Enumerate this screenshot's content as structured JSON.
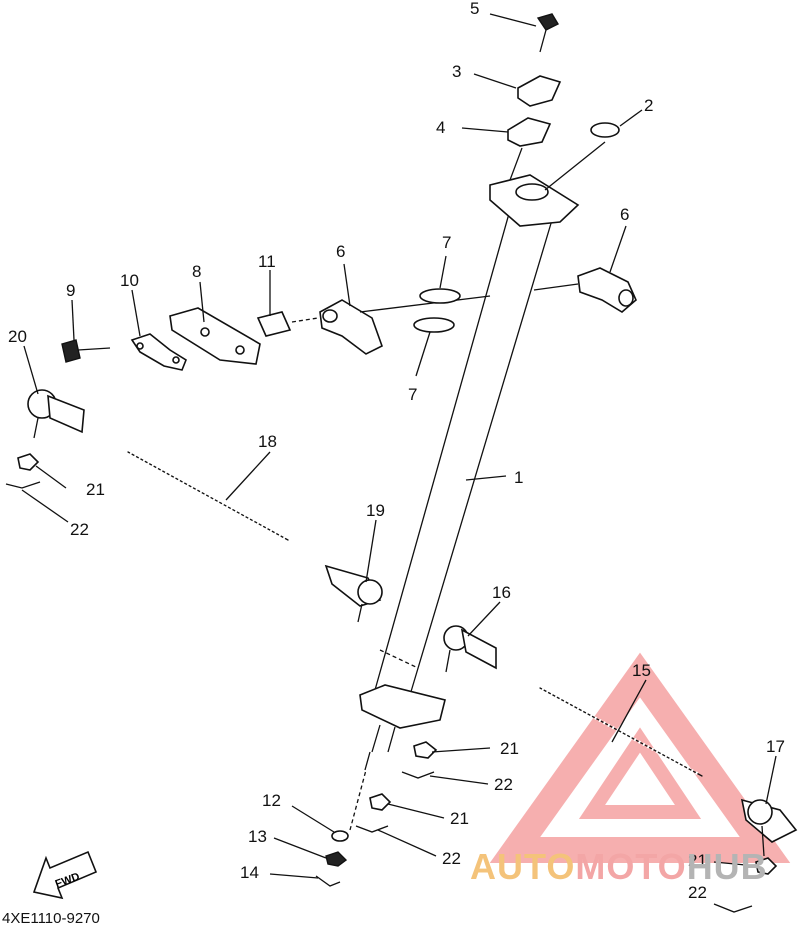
{
  "parts": [
    {
      "id": "p1",
      "label": "1"
    },
    {
      "id": "p2",
      "label": "2"
    },
    {
      "id": "p3",
      "label": "3"
    },
    {
      "id": "p4",
      "label": "4"
    },
    {
      "id": "p5",
      "label": "5"
    },
    {
      "id": "p6a",
      "label": "6"
    },
    {
      "id": "p6b",
      "label": "6"
    },
    {
      "id": "p7a",
      "label": "7"
    },
    {
      "id": "p7b",
      "label": "7"
    },
    {
      "id": "p8",
      "label": "8"
    },
    {
      "id": "p9",
      "label": "9"
    },
    {
      "id": "p10",
      "label": "10"
    },
    {
      "id": "p11",
      "label": "11"
    },
    {
      "id": "p12",
      "label": "12"
    },
    {
      "id": "p13",
      "label": "13"
    },
    {
      "id": "p14",
      "label": "14"
    },
    {
      "id": "p15",
      "label": "15"
    },
    {
      "id": "p16",
      "label": "16"
    },
    {
      "id": "p17",
      "label": "17"
    },
    {
      "id": "p18",
      "label": "18"
    },
    {
      "id": "p19",
      "label": "19"
    },
    {
      "id": "p20",
      "label": "20"
    },
    {
      "id": "p21a",
      "label": "21"
    },
    {
      "id": "p21b",
      "label": "21"
    },
    {
      "id": "p21c",
      "label": "21"
    },
    {
      "id": "p21d",
      "label": "21"
    },
    {
      "id": "p22a",
      "label": "22"
    },
    {
      "id": "p22b",
      "label": "22"
    },
    {
      "id": "p22c",
      "label": "22"
    },
    {
      "id": "p22d",
      "label": "22"
    }
  ],
  "fwd_label": "FWD",
  "diagram_code": "4XE1110-9270",
  "watermark": {
    "part1": "AUTO",
    "part2": "MOTO",
    "part3": "HUB"
  },
  "watermark_colors": {
    "triangle": "#f08080",
    "auto": "#f4c37a",
    "moto": "#f3a6a6",
    "hub": "#b4b4b4"
  }
}
